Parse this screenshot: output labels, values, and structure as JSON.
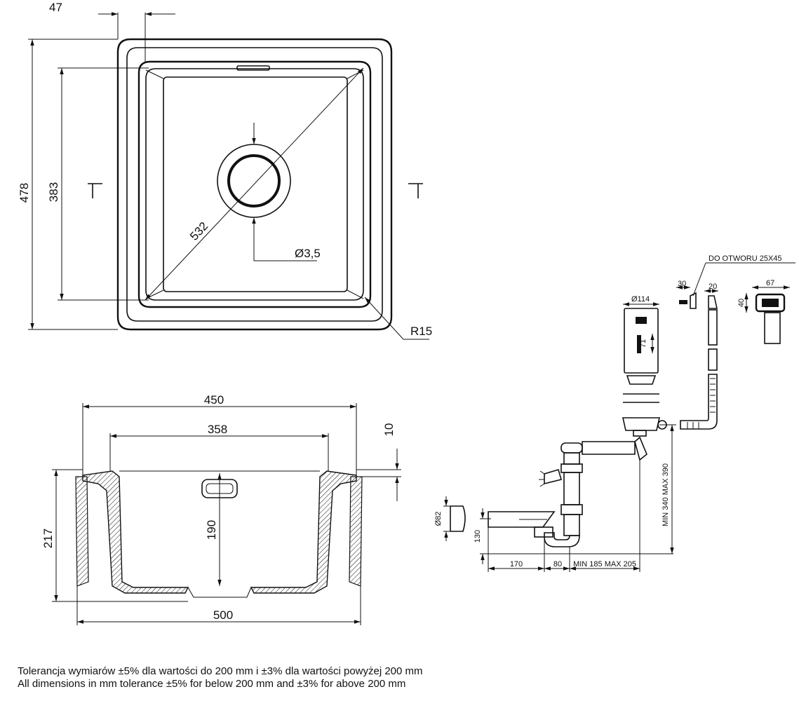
{
  "top_view": {
    "dims": {
      "flange": "47",
      "outer_height": "478",
      "inner_height": "383",
      "diagonal": "532",
      "drain_hole": "Ø3,5",
      "radius": "R15"
    }
  },
  "section_view": {
    "dims": {
      "top_width": "450",
      "inner_width": "358",
      "rim": "10",
      "height": "217",
      "depth": "190",
      "bottom_width": "500"
    }
  },
  "accessories": {
    "overflow_note": "DO OTWORU 25X45",
    "dims": {
      "strainer_diameter": "Ø114",
      "strainer_height": "71",
      "part_30": "30",
      "part_20": "20",
      "overflow_width": "67",
      "overflow_height": "40",
      "pipe_diameter": "Ø82",
      "pipe_height": "130",
      "offset_170": "170",
      "offset_80": "80",
      "offset_range": "MIN 185 MAX 205",
      "vertical_range": "MIN 340 MAX 390"
    }
  },
  "notes": {
    "pl": "Tolerancja wymiarów ±5% dla wartości do 200 mm i ±3% dla wartości powyżej 200 mm",
    "en": "All dimensions in mm tolerance ±5% for below 200 mm and ±3% for above 200 mm"
  }
}
